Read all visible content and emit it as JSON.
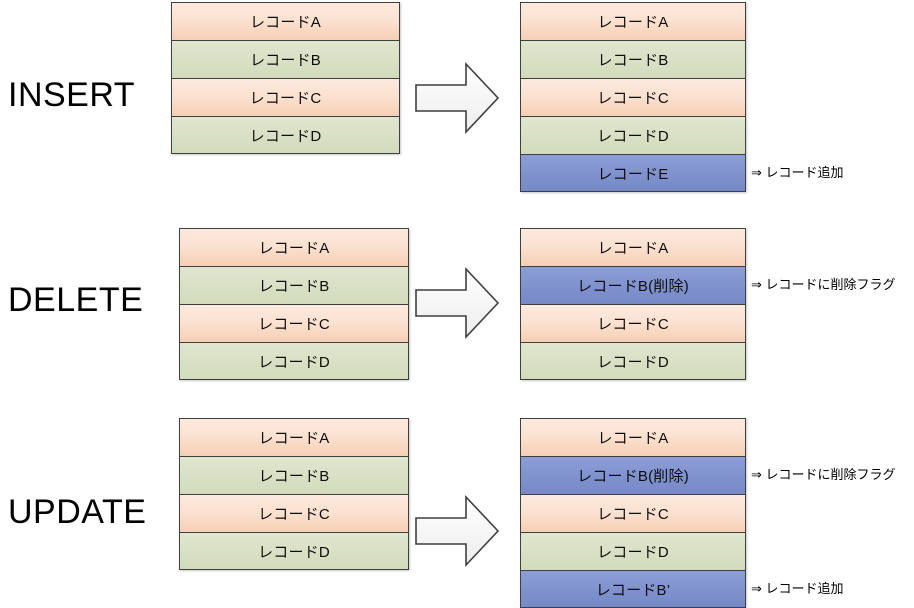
{
  "diagram": {
    "title": "INSERT / DELETE / UPDATE record flag diagram",
    "colors": {
      "orange": "#f8d8c0",
      "green": "#d8e0c4",
      "blue": "#8294cf",
      "border": "#3f3f3f",
      "arrow_fill": "#f5f5f5",
      "arrow_border": "#3f3f3f",
      "text": "#000000"
    },
    "arrow_icon": "right-block-arrow"
  },
  "operations": [
    {
      "id": "insert",
      "label": "INSERT",
      "before": {
        "rows": [
          {
            "text": "レコードA",
            "color": "orange"
          },
          {
            "text": "レコードB",
            "color": "green"
          },
          {
            "text": "レコードC",
            "color": "orange"
          },
          {
            "text": "レコードD",
            "color": "green"
          }
        ]
      },
      "after": {
        "rows": [
          {
            "text": "レコードA",
            "color": "orange",
            "note": ""
          },
          {
            "text": "レコードB",
            "color": "green",
            "note": ""
          },
          {
            "text": "レコードC",
            "color": "orange",
            "note": ""
          },
          {
            "text": "レコードD",
            "color": "green",
            "note": ""
          },
          {
            "text": "レコードE",
            "color": "blue",
            "note": "⇒ レコード追加"
          }
        ]
      }
    },
    {
      "id": "delete",
      "label": "DELETE",
      "before": {
        "rows": [
          {
            "text": "レコードA",
            "color": "orange"
          },
          {
            "text": "レコードB",
            "color": "green"
          },
          {
            "text": "レコードC",
            "color": "orange"
          },
          {
            "text": "レコードD",
            "color": "green"
          }
        ]
      },
      "after": {
        "rows": [
          {
            "text": "レコードA",
            "color": "orange",
            "note": ""
          },
          {
            "text": "レコードB(削除)",
            "color": "blue",
            "note": "⇒ レコードに削除フラグ"
          },
          {
            "text": "レコードC",
            "color": "orange",
            "note": ""
          },
          {
            "text": "レコードD",
            "color": "green",
            "note": ""
          }
        ]
      }
    },
    {
      "id": "update",
      "label": "UPDATE",
      "before": {
        "rows": [
          {
            "text": "レコードA",
            "color": "orange"
          },
          {
            "text": "レコードB",
            "color": "green"
          },
          {
            "text": "レコードC",
            "color": "orange"
          },
          {
            "text": "レコードD",
            "color": "green"
          }
        ]
      },
      "after": {
        "rows": [
          {
            "text": "レコードA",
            "color": "orange",
            "note": ""
          },
          {
            "text": "レコードB(削除)",
            "color": "blue",
            "note": "⇒ レコードに削除フラグ"
          },
          {
            "text": "レコードC",
            "color": "orange",
            "note": ""
          },
          {
            "text": "レコードD",
            "color": "green",
            "note": ""
          },
          {
            "text": "レコードB’",
            "color": "blue",
            "note": "⇒ レコード追加"
          }
        ]
      }
    }
  ]
}
